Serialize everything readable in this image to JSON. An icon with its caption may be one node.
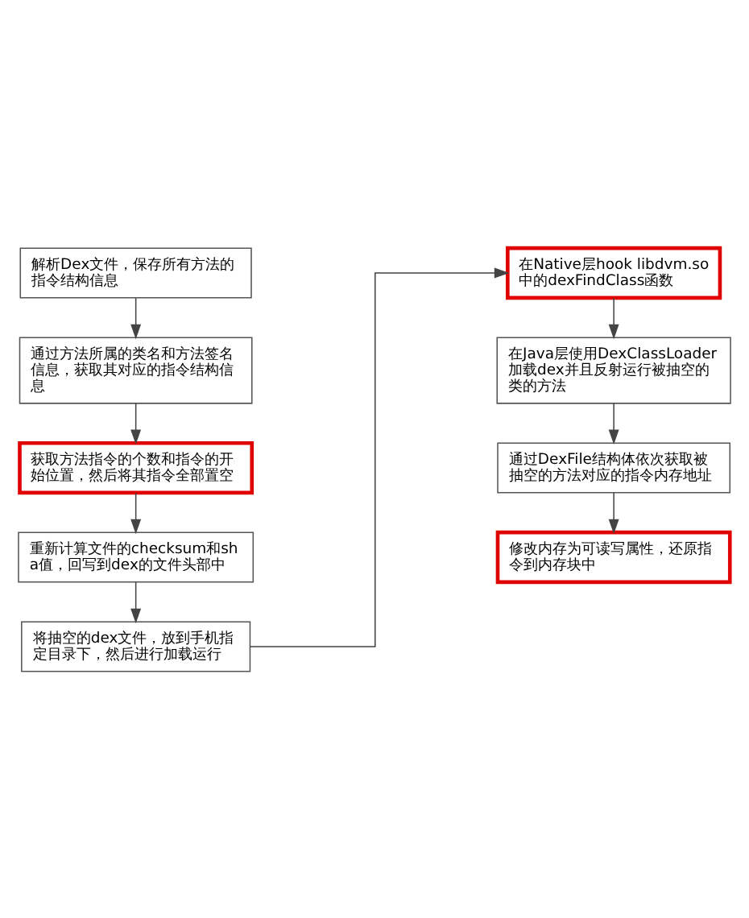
{
  "diagram": {
    "nodes": [
      {
        "text": [
          "解析Dex文件，保存所有方法的指令结构信息"
        ]
      },
      {
        "text": [
          "通过方法所属的类名和方法签名信息，获取其对应的指令结构信息"
        ]
      },
      {
        "text": [
          "获取方法指令的个数和指令的开始位置，然后将其指令全部置空"
        ]
      },
      {
        "text": [
          "重新计算文件的checksum和sha值，回写到dex的文件头部中"
        ]
      },
      {
        "text": [
          "将抽空的dex文件，放到手机指定目录下，然后进行加载运行"
        ]
      },
      {
        "text": [
          "在Native层hook libdvm.so中的dexFindClass函数"
        ]
      },
      {
        "text": [
          "在Java层使用DexClassLoader加载dex并且反射运行被抽空的类的方法"
        ]
      },
      {
        "text": [
          "通过DexFile结构体依次获取被抽空的方法对应的指令内存地址"
        ]
      },
      {
        "text": [
          "修改内存为可读写属性，还原指令到内存块中"
        ]
      }
    ],
    "edges": [
      {
        "from": 0,
        "to": 1,
        "arrow": "to"
      },
      {
        "from": 1,
        "to": 2,
        "arrow": "to"
      },
      {
        "from": 2,
        "to": 3,
        "arrow": "to"
      },
      {
        "from": 3,
        "to": 4,
        "arrow": "to"
      },
      {
        "from": 4,
        "to": 5,
        "arrow": "to"
      },
      {
        "from": 5,
        "to": 6,
        "arrow": "to"
      },
      {
        "from": 6,
        "to": 7,
        "arrow": "to"
      },
      {
        "from": 7,
        "to": 8,
        "arrow": "to"
      }
    ]
  }
}
